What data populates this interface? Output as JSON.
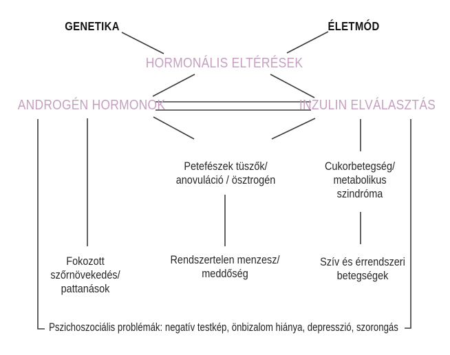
{
  "diagram": {
    "title_semantic": "PCOS pathophysiology flowchart (Hungarian)",
    "colors": {
      "background": "#ffffff",
      "accent_pink": "#c5a0c0",
      "text_black": "#1d1d1d",
      "line": "#3a3a3a"
    },
    "nodes": {
      "genetika": {
        "label": "GENETIKA"
      },
      "eletmod": {
        "label": "ÉLETMÓD"
      },
      "hormonalis": {
        "label": "HORMONÁLIS ELTÉRÉSEK"
      },
      "androgen": {
        "label": "ANDROGÉN HORMONOK"
      },
      "inzulin": {
        "label": "INZULIN ELVÁLASZTÁS"
      },
      "petefeszek": {
        "lines": [
          "Petefészek tüszők/",
          "anovuláció / ösztrogén"
        ]
      },
      "cukorbetegseg": {
        "lines": [
          "Cukorbetegség/",
          "metabolikus",
          "szindróma"
        ]
      },
      "szornovekedes": {
        "lines": [
          "Fokozott",
          "szőrnövekedés/",
          "pattanások"
        ]
      },
      "menzesz": {
        "lines": [
          "Rendszertelen menzesz/",
          "meddőség"
        ]
      },
      "sziv": {
        "lines": [
          "Szív és érrendszeri",
          "betegségek"
        ]
      },
      "pszicho": {
        "label": "Pszichoszociális problémák: negatív testkép, önbizalom hiánya, depresszió, szorongás"
      }
    },
    "edges": [
      {
        "from": "genetika",
        "to": "hormonalis",
        "type": "single"
      },
      {
        "from": "eletmod",
        "to": "hormonalis",
        "type": "single"
      },
      {
        "from": "hormonalis",
        "to": "androgen",
        "type": "single"
      },
      {
        "from": "hormonalis",
        "to": "inzulin",
        "type": "single"
      },
      {
        "from": "androgen",
        "to": "inzulin",
        "type": "double"
      },
      {
        "from": "androgen",
        "to": "petefeszek",
        "type": "single"
      },
      {
        "from": "inzulin",
        "to": "petefeszek",
        "type": "single"
      },
      {
        "from": "androgen",
        "to": "szornovekedes",
        "type": "single"
      },
      {
        "from": "inzulin",
        "to": "cukorbetegseg",
        "type": "single"
      },
      {
        "from": "petefeszek",
        "to": "menzesz",
        "type": "single"
      },
      {
        "from": "cukorbetegseg",
        "to": "sziv",
        "type": "single"
      },
      {
        "from": "androgen",
        "to": "pszicho",
        "type": "bracket"
      },
      {
        "from": "inzulin",
        "to": "pszicho",
        "type": "bracket"
      }
    ]
  }
}
